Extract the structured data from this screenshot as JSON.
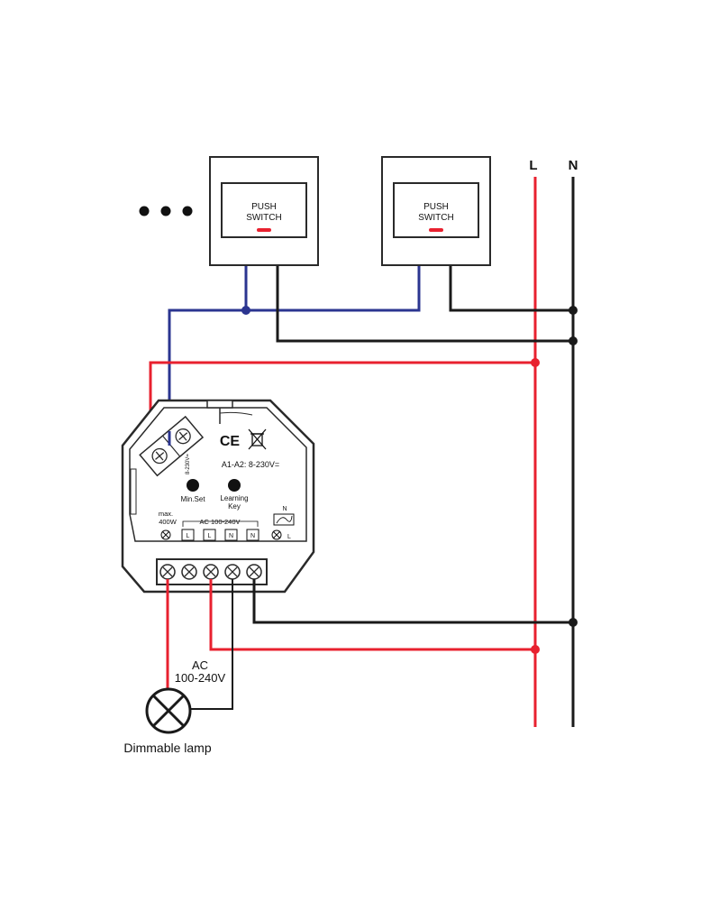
{
  "rails": {
    "live_label": "L",
    "neutral_label": "N"
  },
  "switches": [
    {
      "line1": "PUSH",
      "line2": "SWITCH"
    },
    {
      "line1": "PUSH",
      "line2": "SWITCH"
    }
  ],
  "more_switches_glyph": "●  ●  ●",
  "device": {
    "ce_mark": "CE",
    "input_rating": "A1-A2: 8-230V=",
    "min_set_label": "Min.Set",
    "learning_key_line1": "Learning",
    "learning_key_line2": "Key",
    "max_line1": "max.",
    "max_line2": "400W",
    "ac_range_label": "AC 100-240V",
    "relay_n_label": "N",
    "top_terminals": [
      "L",
      "L",
      "N",
      "N"
    ],
    "relay_terminal": "L",
    "side_vertical_label": "8-230V="
  },
  "lamp": {
    "ac_line1": "AC",
    "ac_line2": "100-240V",
    "caption": "Dimmable lamp"
  },
  "colors": {
    "live_wire": "#e8212f",
    "neutral_wire": "#1a1a1a",
    "switch_wire": "#2b3590",
    "indicator": "#e8212f"
  }
}
